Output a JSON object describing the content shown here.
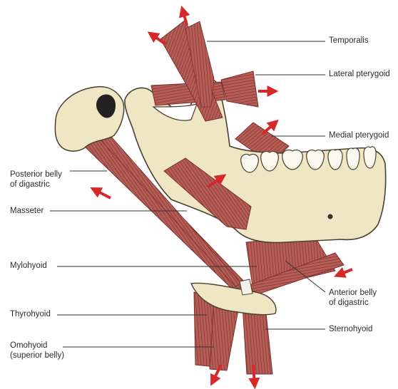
{
  "labels": {
    "temporalis": "Temporalis",
    "lateral_pterygoid": "Lateral pterygoid",
    "medial_pterygoid": "Medial pterygoid",
    "posterior_belly_line1": "Posterior belly",
    "posterior_belly_line2": "of digastric",
    "masseter": "Masseter",
    "mylohyoid": "Mylohyoid",
    "anterior_belly_line1": "Anterior belly",
    "anterior_belly_line2": "of digastric",
    "thyrohyoid": "Thyrohyoid",
    "sternohyoid": "Sternohyoid",
    "omohyoid_line1": "Omohyoid",
    "omohyoid_line2": "(superior belly)"
  },
  "colors": {
    "muscle": "#b05a54",
    "muscle_dark": "#7d2f2b",
    "muscle_light": "#d89089",
    "bone": "#efe6c4",
    "bone_edge": "#4a4030",
    "tooth": "#faf8ef",
    "arrow": "#d62828",
    "leader": "#333333"
  }
}
